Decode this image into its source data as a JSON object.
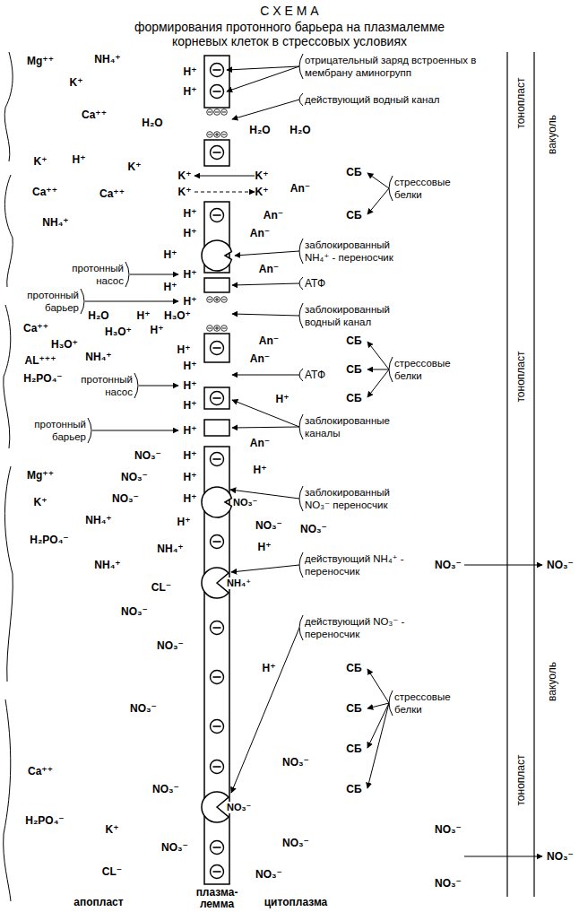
{
  "diagram": {
    "title": "С Х Е М А",
    "nodes": [
      {
        "text": [
          "NO₃⁻"
        ]
      },
      {
        "text": [
          "NH₄⁺"
        ]
      },
      {
        "text": [
          "NO₃⁻"
        ]
      }
    ],
    "labels": [
      "формирования протонного барьера на плазмалемме корневых клеток в стрессовых условиях",
      "Mg⁺⁺",
      "NH₄⁺",
      "H⁺",
      "H⁺",
      "K⁺",
      "Ca⁺⁺",
      "H₂O",
      "K⁺",
      "H⁺",
      "K⁺",
      "K⁺",
      "K⁺",
      "Ca⁺⁺",
      "Ca⁺⁺",
      "H⁺",
      "NH₄⁺",
      "H⁺",
      "H⁺",
      "H⁺",
      "H⁺",
      "H⁺",
      "Ca⁺⁺",
      "H₂O",
      "H⁺",
      "H⁺",
      "H₃O⁺",
      "H₃O⁺",
      "H₃O⁺",
      "AL⁺⁺⁺",
      "NH₄⁺",
      "H⁺",
      "H₂PO₄⁻",
      "H⁺",
      "H⁺",
      "H⁺",
      "H⁺",
      "NO₃⁻",
      "H⁺",
      "Mg⁺⁺",
      "NO₃⁻",
      "H⁺",
      "K⁺",
      "NO₃⁻",
      "H⁺",
      "NH₄⁺",
      "H⁺",
      "H₂PO₄⁻",
      "NH₄⁺",
      "NH₄⁺",
      "CL⁻",
      "NO₃⁻",
      "NO₃⁻",
      "NO₃⁻",
      "Ca⁺⁺",
      "NO₃⁻",
      "H₂PO₄⁻",
      "K⁺",
      "NO₃⁻",
      "CL⁻",
      "протонный насос",
      "протонный барьер",
      "протонный насос",
      "протонный барьер",
      "отрицательный заряд встроенных в мембрану аминогрупп",
      "действующий водный канал",
      "стрессовые белки",
      "заблокированный NH₄⁺ - переносчик",
      "АТФ",
      "заблокированный водный канал",
      "стрессовые белки",
      "АТФ",
      "заблокированные каналы",
      "заблокированный NO₃⁻ переносчик",
      "действующий NH₄⁺ - переносчик",
      "действующий NO₃⁻ - переносчик",
      "стрессовые белки",
      "H₂O",
      "H₂O",
      "K⁺",
      "K⁺",
      "An⁻",
      "An⁻",
      "СБ",
      "СБ",
      "An⁻",
      "An⁻",
      "An⁻",
      "An⁻",
      "СБ",
      "СБ",
      "СБ",
      "H⁺",
      "An⁻",
      "H⁺",
      "NO₃⁻",
      "NO₃⁻",
      "H⁺",
      "NO₃⁻",
      "NO₃⁻",
      "H⁺",
      "СБ",
      "СБ",
      "СБ",
      "СБ",
      "NO₃⁻",
      "NO₃⁻",
      "NO₃⁻",
      "NO₃⁻",
      "NO₃⁻",
      "NO₃⁻",
      "тонопласт",
      "тонопласт",
      "тонопласт",
      "вакуоль",
      "вакуоль",
      "апопласт",
      "плазма- лемма",
      "цитоплазма"
    ]
  }
}
